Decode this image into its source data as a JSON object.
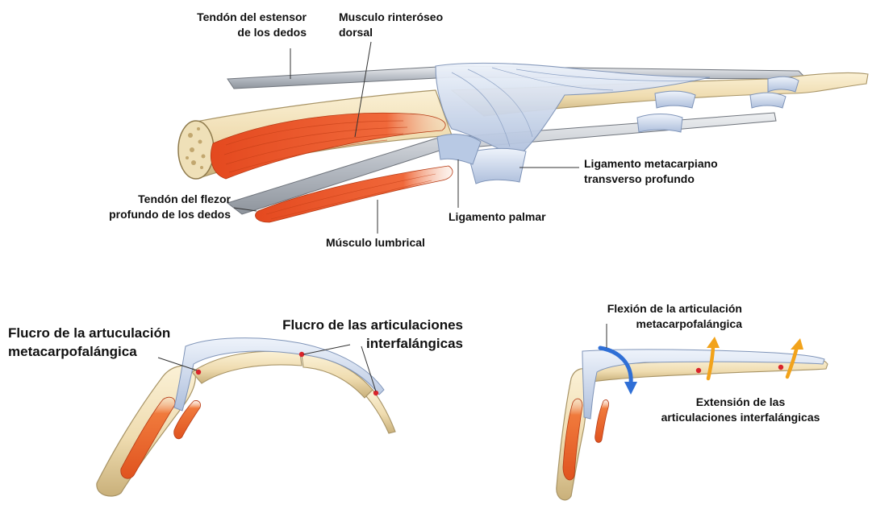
{
  "top_figure": {
    "labels": {
      "extensor_tendon": [
        "Tendón del estensor",
        "de los dedos"
      ],
      "dorsal_interosseous": [
        "Musculo rinteróseo",
        "dorsal"
      ],
      "flexor_tendon": [
        "Tendón del flezor",
        "profundo de los dedos"
      ],
      "lumbrical": [
        "Músculo lumbrical"
      ],
      "palmar_ligament": [
        "Ligamento palmar"
      ],
      "deep_transverse_ligament": [
        "Ligamento metacarpiano",
        "transverso profundo"
      ]
    }
  },
  "bottom_left_figure": {
    "labels": {
      "mcp_fulcrum": [
        "Flucro de la artuculación",
        "metacarpofalángica"
      ],
      "ip_fulcrum": [
        "Flucro de las articulaciones",
        "interfalángicas"
      ]
    }
  },
  "bottom_right_figure": {
    "labels": {
      "mcp_flexion": [
        "Flexión de la articulación",
        "metacarpofalángica"
      ],
      "ip_extension": [
        "Extensión de las",
        "articulaciones interfalángicas"
      ]
    }
  },
  "colors": {
    "muscle": "#e8572a",
    "muscle_dark": "#c63a17",
    "bone": "#f1e2bd",
    "bone_outline": "#a89466",
    "ligament": "#c9d8ec",
    "ligament_outline": "#7f94b8",
    "tendon": "#b8bcc2",
    "fulcrum_dot": "#d9232a",
    "flexion_arrow": "#2f6fd6",
    "extension_arrow": "#f2a31b",
    "leader_line": "#333333"
  }
}
